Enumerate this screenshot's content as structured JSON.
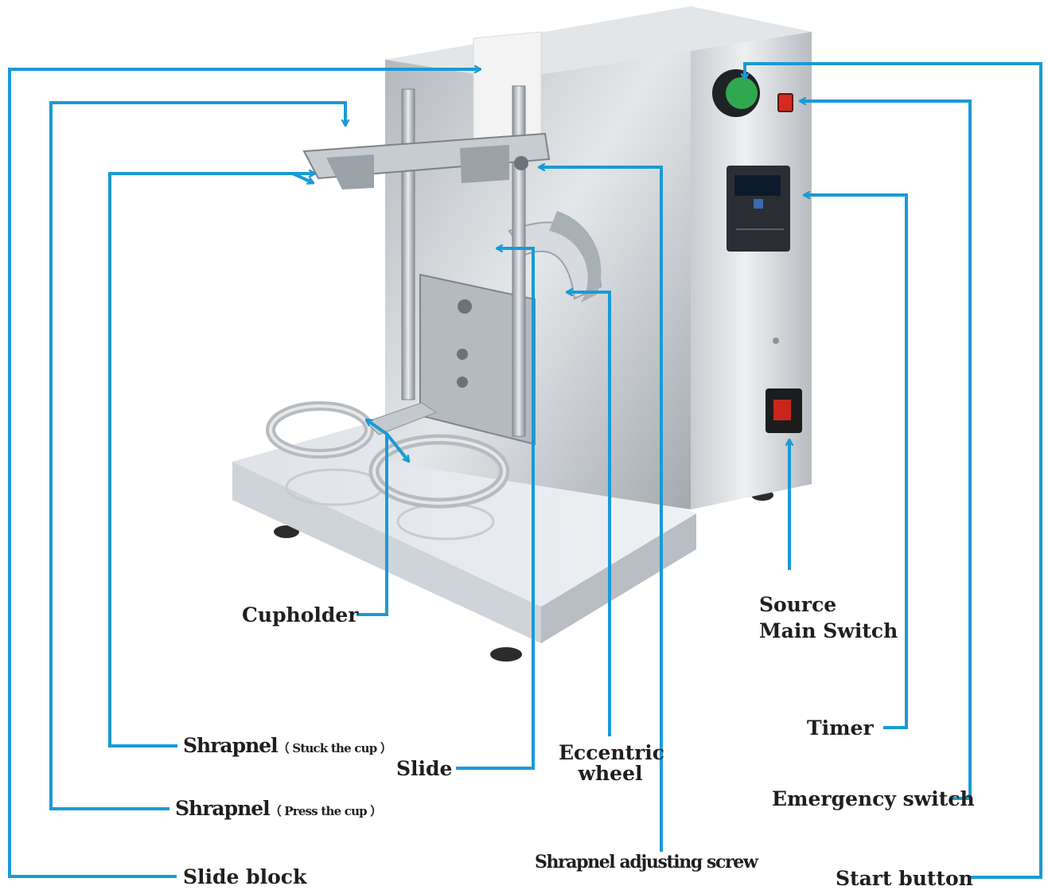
{
  "labels": {
    "cupholder": "Cupholder",
    "source_main_switch_line1": "Source",
    "source_main_switch_line2": "Main Switch",
    "timer": "Timer",
    "shrapnel_stuck": "Shrapnel",
    "shrapnel_stuck_note": "（ Stuck the cup ）",
    "slide": "Slide",
    "eccentric_wheel_line1": "Eccentric",
    "eccentric_wheel_line2": "wheel",
    "emergency_switch": "Emergency switch",
    "shrapnel_press": "Shrapnel",
    "shrapnel_press_note": "（ Press the cup ）",
    "slide_block": "Slide block",
    "shrapnel_adjusting_screw": "Shrapnel adjusting screw",
    "start_button": "Start button"
  },
  "colors": {
    "leader_line": "#1a9ad6",
    "label_text": "#1f1f1f",
    "steel_light": "#d9dcdf",
    "steel_dark": "#9aa0a6",
    "start_button": "#2fa84f",
    "emergency_switch": "#d62a1f",
    "timer_panel": "#2a2e34"
  }
}
